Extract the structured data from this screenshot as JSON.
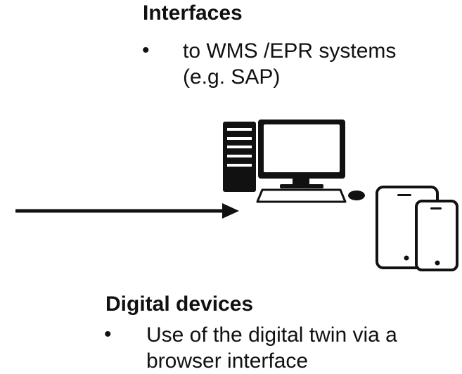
{
  "interfaces": {
    "title": "Interfaces",
    "bullet": "•",
    "lines": [
      "to WMS /EPR systems",
      "(e.g. SAP)"
    ]
  },
  "digital_devices": {
    "title": "Digital devices",
    "bullet": "•",
    "lines": [
      "Use of the digital twin via a",
      "browser interface"
    ]
  },
  "icons": {
    "arrow": "arrow-right-icon",
    "computer": "desktop-computer-icon",
    "tablet": "tablet-icon",
    "phone": "smartphone-icon"
  },
  "colors": {
    "ink": "#111111",
    "background": "#ffffff"
  }
}
